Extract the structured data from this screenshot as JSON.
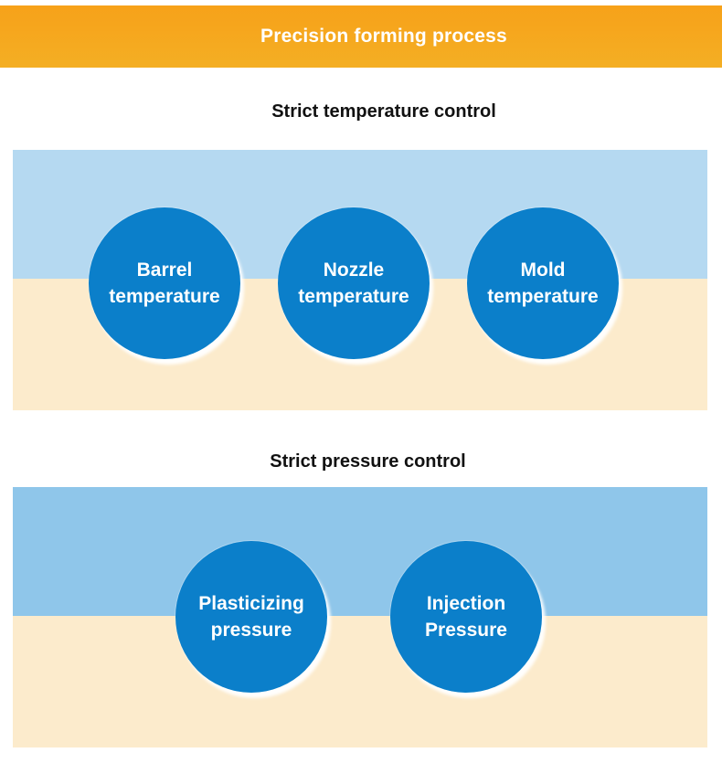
{
  "header": {
    "title": "Precision forming process"
  },
  "sections": [
    {
      "title": "Strict temperature control",
      "items": [
        {
          "line1": "Barrel",
          "line2": "temperature"
        },
        {
          "line1": "Nozzle",
          "line2": "temperature"
        },
        {
          "line1": "Mold",
          "line2": "temperature"
        }
      ]
    },
    {
      "title": "Strict pressure control",
      "items": [
        {
          "line1": "Plasticizing",
          "line2": "pressure"
        },
        {
          "line1": "Injection",
          "line2": "Pressure"
        }
      ]
    }
  ],
  "colors": {
    "banner": "#f6a51c",
    "circle": "#0b7fca",
    "band_top_1": "#b5d9f1",
    "band_top_2": "#8fc6ea",
    "band_bottom": "#fcebcc"
  }
}
